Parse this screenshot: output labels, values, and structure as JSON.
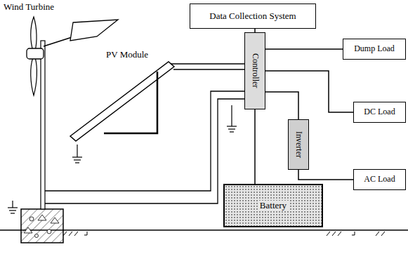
{
  "diagram": {
    "nodes": [
      {
        "text": [
          "Data Collection System"
        ]
      },
      {
        "text": [
          "Controller"
        ]
      },
      {
        "text": [
          "Dump Load"
        ]
      },
      {
        "text": [
          "DC Load"
        ]
      },
      {
        "text": [
          "Inverter"
        ]
      },
      {
        "text": [
          "AC Load"
        ]
      },
      {
        "text": [
          "Battery"
        ]
      }
    ],
    "edges": [
      {
        "from": 1,
        "to": 0,
        "arrow": "none"
      },
      {
        "from": 1,
        "to": 2,
        "arrow": "none"
      },
      {
        "from": 1,
        "to": 3,
        "arrow": "none"
      },
      {
        "from": 1,
        "to": 4,
        "arrow": "none"
      },
      {
        "from": 4,
        "to": 5,
        "arrow": "none"
      },
      {
        "from": 1,
        "to": 6,
        "arrow": "none"
      }
    ],
    "labels": [
      "Wind Turbine",
      "PV Module"
    ]
  }
}
